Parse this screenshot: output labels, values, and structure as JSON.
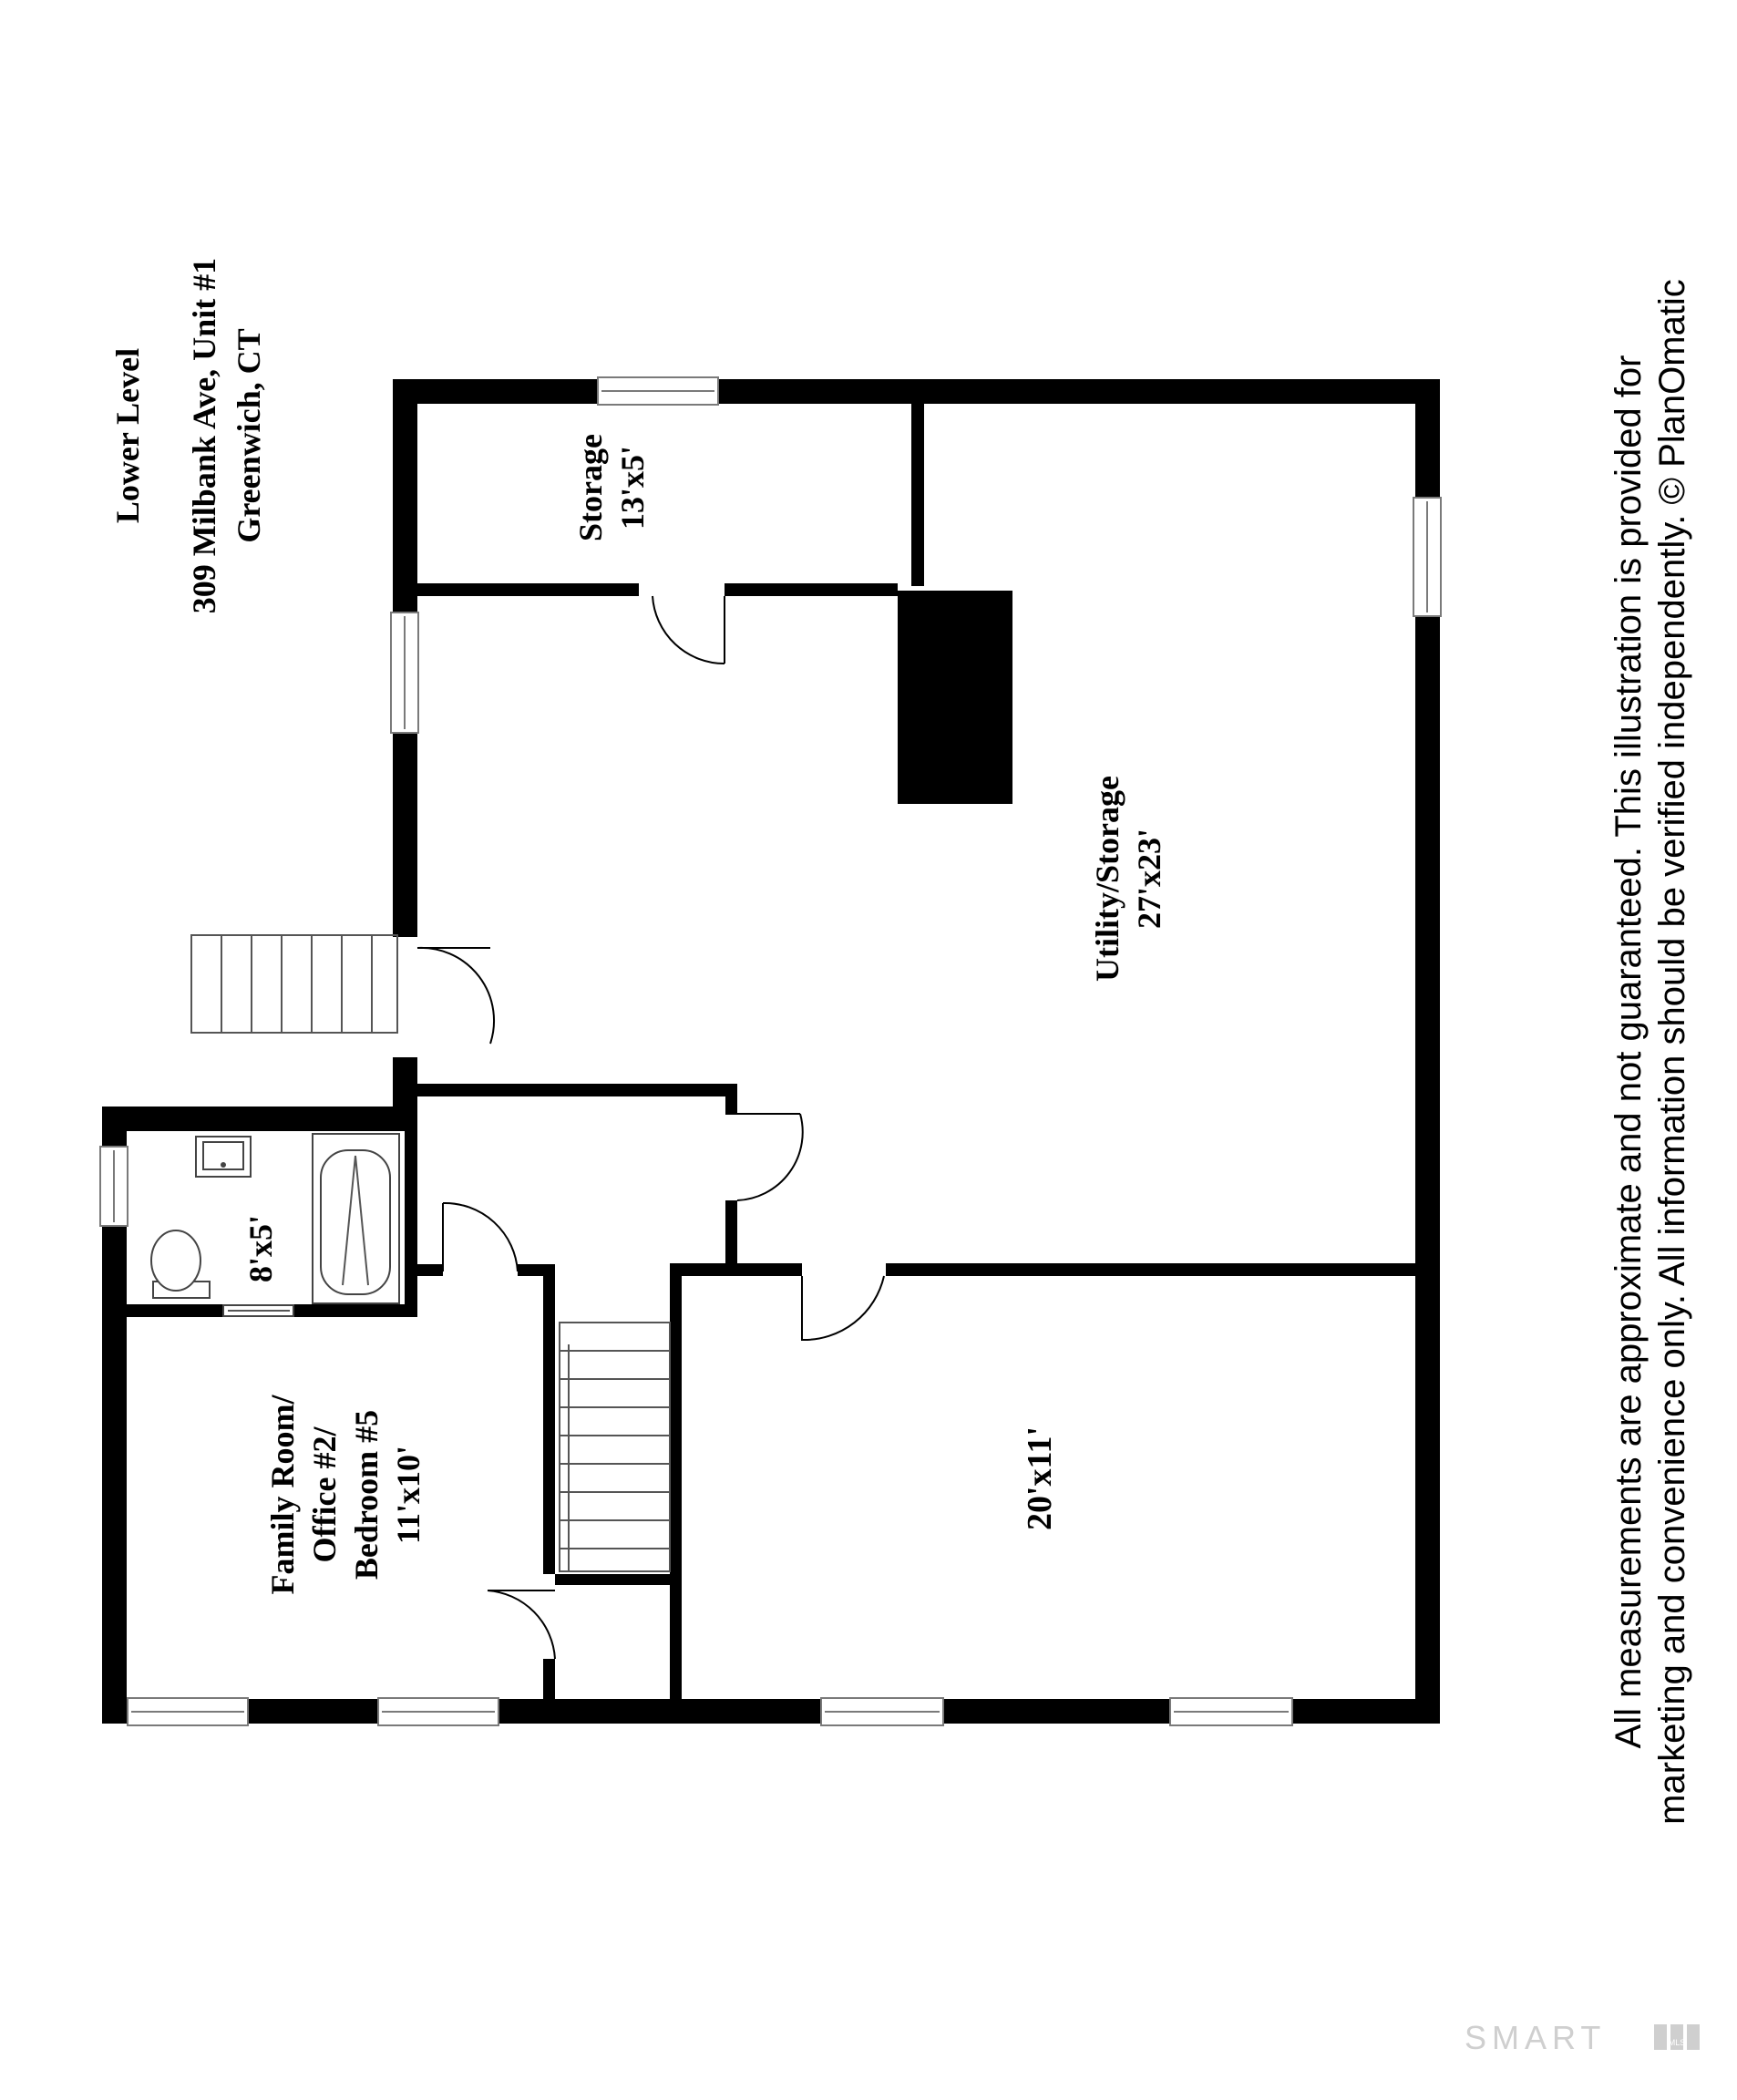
{
  "header": {
    "title": "Lower Level",
    "address_line": "309 Milbank Ave, Unit #1",
    "city_line": "Greenwich, CT"
  },
  "rooms": {
    "storage_name": "Storage",
    "storage_size": "13'x5'",
    "utility_name": "Utility/Storage",
    "utility_size": "27'x23'",
    "bath_size": "8'x5'",
    "family_line1": "Family Room/",
    "family_line2": "Office #2/",
    "family_line3": "Bedroom #5",
    "family_size": "11'x10'",
    "big_room_size": "20'x11'"
  },
  "disclaimer": {
    "line1": "All measurements are approximate and not guaranteed. This illustration is provided for",
    "line2": "marketing and convenience only. All information should be verified independently. © PlanOmatic"
  },
  "logo": {
    "text": "SMART",
    "sub": "MLS"
  },
  "colors": {
    "wall": "#000000",
    "window_frame": "#7a7a7a",
    "logo": "#cfcfcf"
  }
}
